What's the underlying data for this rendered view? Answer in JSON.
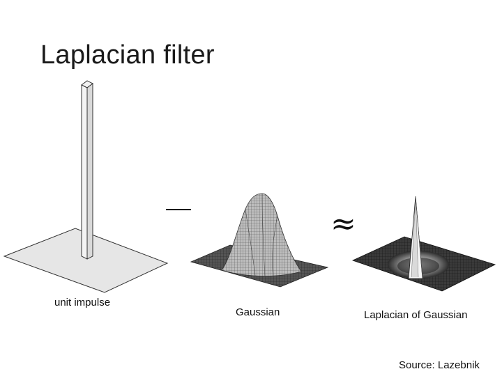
{
  "slide": {
    "title": "Laplacian filter",
    "labels": {
      "impulse": "unit impulse",
      "gaussian": "Gaussian",
      "log": "Laplacian of Gaussian"
    },
    "operators": {
      "approx": "≈"
    },
    "source": "Source: Lazebnik"
  }
}
